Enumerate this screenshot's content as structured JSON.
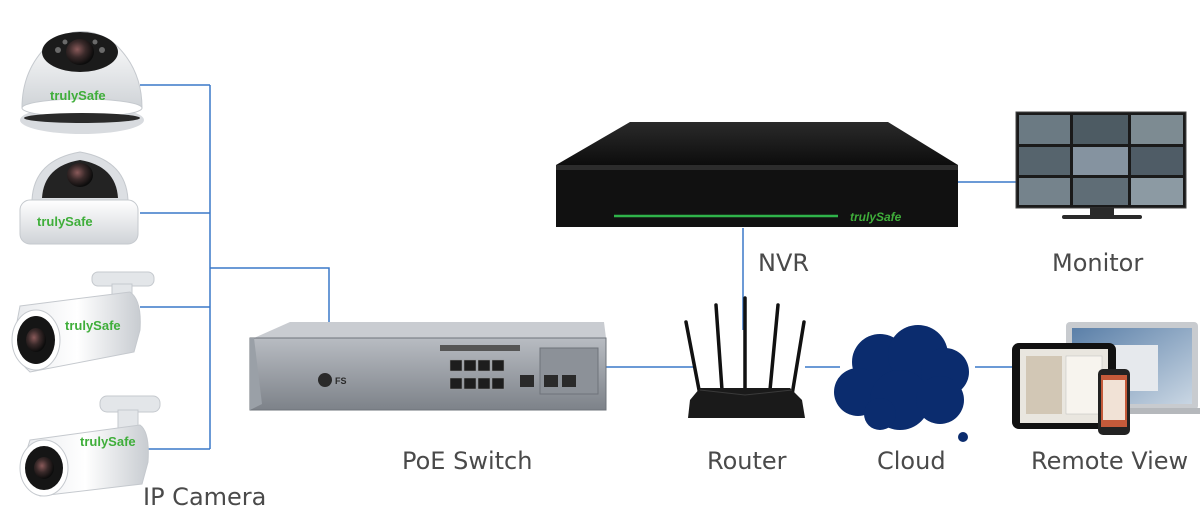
{
  "labels": {
    "ip_camera": "IP Camera",
    "poe_switch": "PoE Switch",
    "nvr": "NVR",
    "monitor": "Monitor",
    "router": "Router",
    "cloud": "Cloud",
    "remote_view": "Remote View"
  },
  "brand": "trulySafe",
  "switch_brand": "FS",
  "colors": {
    "link": "#3a78c9",
    "cloud": "#0b2c6e",
    "nvr_stripe": "#2fb34a",
    "brand_text": "#3fae3a",
    "label_text": "#4a4a4a"
  }
}
